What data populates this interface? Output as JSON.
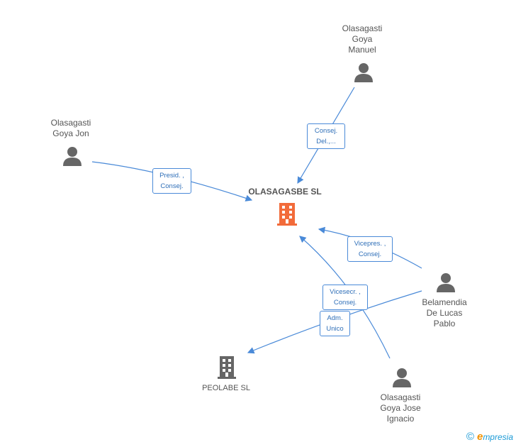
{
  "nodes": {
    "company_main": {
      "label": "OLASAGASBE SL",
      "icon": "building-icon",
      "color": "#f26b3a"
    },
    "company_peolabe": {
      "label": "PEOLABE SL",
      "icon": "building-icon",
      "color": "#666666"
    },
    "person_manuel": {
      "label": "Olasagasti\nGoya\nManuel",
      "icon": "person-icon"
    },
    "person_jon": {
      "label": "Olasagasti\nGoya Jon",
      "icon": "person-icon"
    },
    "person_pablo": {
      "label": "Belamendia\nDe Lucas\nPablo",
      "icon": "person-icon"
    },
    "person_jose": {
      "label": "Olasagasti\nGoya Jose\nIgnacio",
      "icon": "person-icon"
    }
  },
  "edges": {
    "manuel_main": "Consej.\nDel.,...",
    "jon_main": "Presid. ,\nConsej.",
    "pablo_main": "Vicepres. ,\nConsej.",
    "jose_main": "Vicesecr. ,\nConsej.",
    "pablo_peolabe": "Adm.\nUnico"
  },
  "colors": {
    "edge": "#4a8ad8",
    "person": "#666666"
  },
  "brand": {
    "copyright": "©",
    "e": "e",
    "rest": "mpresia"
  }
}
